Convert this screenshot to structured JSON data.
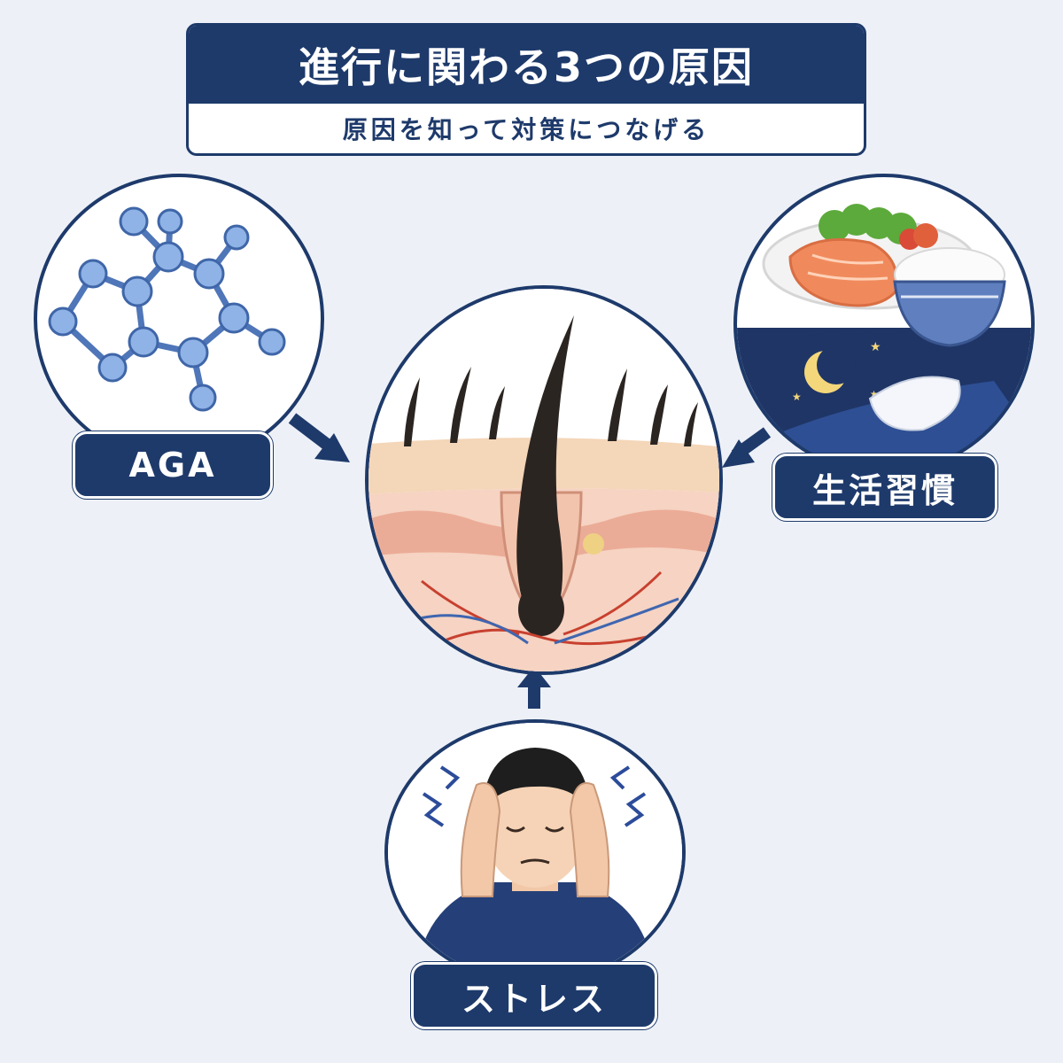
{
  "title": "進行に関わる3つの原因",
  "subtitle": "原因を知って対策につなげる",
  "causes": [
    {
      "label": "AGA",
      "icon": "molecule-icon"
    },
    {
      "label": "生活習慣",
      "icon": "meal-and-sleep-icon"
    },
    {
      "label": "ストレス",
      "icon": "stressed-man-icon"
    }
  ],
  "center": {
    "icon": "hair-follicle-cross-section-icon"
  },
  "colors": {
    "navy": "#1e3a6b",
    "background": "#edf1f7"
  }
}
